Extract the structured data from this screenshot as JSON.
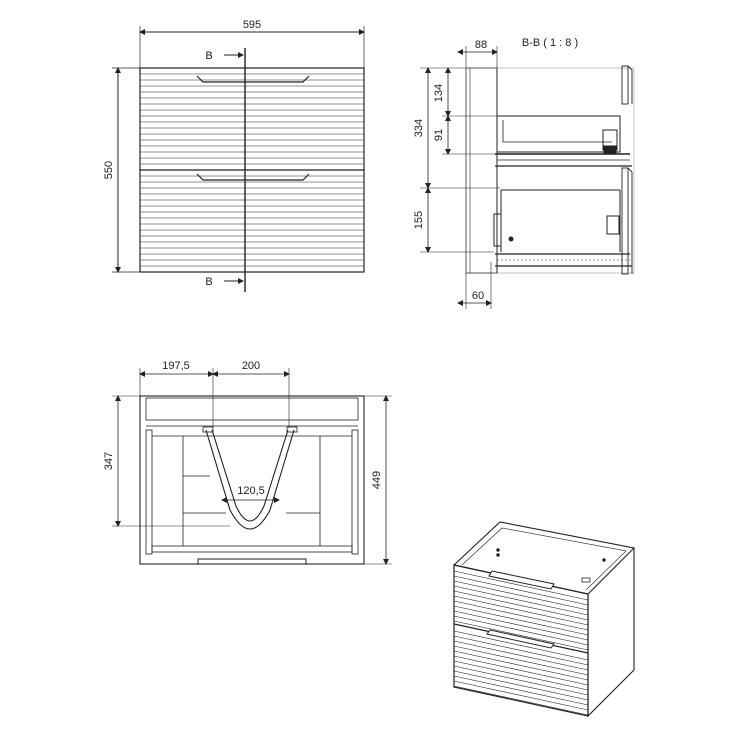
{
  "front_view": {
    "width_dim": "595",
    "height_dim": "550",
    "section_mark_top": "B",
    "section_mark_bottom": "B"
  },
  "section_view": {
    "title": "B-B ( 1 : 8 )",
    "depth_dim": "88",
    "dim_134": "134",
    "dim_334": "334",
    "dim_91": "91",
    "dim_155": "155",
    "dim_60": "60"
  },
  "top_view": {
    "dim_197_5": "197,5",
    "dim_200": "200",
    "dim_347": "347",
    "dim_449": "449",
    "dim_120_5": "120,5"
  },
  "iso_view": {}
}
